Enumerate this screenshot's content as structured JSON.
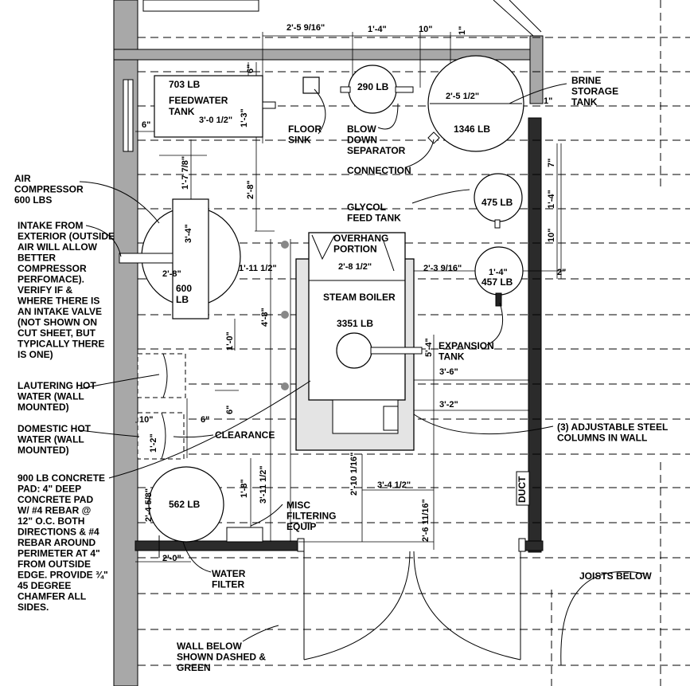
{
  "tanks": {
    "feedwater": {
      "weight": "703 LB",
      "name": "FEEDWATER\nTANK"
    },
    "blowdown": {
      "weight": "290 LB"
    },
    "brine": {
      "weight": "1346 LB"
    },
    "glycol": {
      "weight": "475 LB"
    },
    "expansion": {
      "weight": "457 LB"
    },
    "compressor": {
      "weight": "600\nLB"
    },
    "lower_tank": {
      "weight": "562 LB"
    }
  },
  "boiler": {
    "name": "STEAM BOILER",
    "weight": "3351 LB"
  },
  "labels": {
    "floor_sink": "FLOOR\nSINK",
    "blow_down": "BLOW\nDOWN\nSEPARATOR",
    "connection": "CONNECTION",
    "brine_tank": "BRINE\nSTORAGE\nTANK",
    "air_compressor": "AIR\nCOMPRESSOR\n600 LBS",
    "intake": "INTAKE FROM\nEXTERIOR (OUTSIDE\nAIR WILL ALLOW\nBETTER\nCOMPRESSOR\nPERFOMACE).\nVERIFY IF &\nWHERE THERE IS\nAN INTAKE VALVE\n(NOT SHOWN ON\nCUT SHEET, BUT\nTYPICALLY THERE\nIS ONE)",
    "glycol_feed": "GLYCOL\nFEED TANK",
    "overhang": "OVERHANG\nPORTION",
    "expansion_tank": "EXPANSION\nTANK",
    "lautering": "LAUTERING HOT\nWATER (WALL\nMOUNTED)",
    "domestic": "DOMESTIC HOT\nWATER (WALL\nMOUNTED)",
    "clearance": "CLEARANCE",
    "columns": "(3) ADJUSTABLE STEEL\nCOLUMNS IN WALL",
    "concrete_pad": "900 LB CONCRETE\nPAD: 4\" DEEP\nCONCRETE PAD\nW/ #4 REBAR @\n12\" O.C. BOTH\nDIRECTIONS & #4\nREBAR AROUND\nPERIMETER AT 4\"\nFROM OUTSIDE\nEDGE. PROVIDE ¾\"\n45 DEGREE\nCHAMFER ALL\nSIDES.",
    "misc": "MISC\nFILTERING\nEQUIP",
    "duct": "DUCT",
    "joists": "JOISTS BELOW",
    "water_filter": "WATER\nFILTER",
    "wall_below": "WALL BELOW\nSHOWN DASHED &\nGREEN"
  },
  "dims": {
    "d1": "2'-5 9/16\"",
    "d2": "1'-4\"",
    "d3": "10\"",
    "d4": "1\"",
    "d5": "6\"",
    "d6": "1'-3\"",
    "d7": "3'-0 1/2\"",
    "d8": "6\"",
    "d9": "2'-5 1/2\"",
    "d10": "1\"",
    "d11": "1'-7 7/8\"",
    "d12": "2'-8\"",
    "d13": "7\"",
    "d14": "1'-4\"",
    "d15": "10\"",
    "d16": "3'-4\"",
    "d17": "2'-8\"",
    "d18": "1'-11 1/2\"",
    "d19": "2'-8 1/2\"",
    "d20": "2'-3 9/16\"",
    "d21": "1'-4\"",
    "d22": "2\"",
    "d23": "4'-8\"",
    "d24": "1'-0\"",
    "d25": "5'-4\"",
    "d26": "3'-6\"",
    "d27": "3'-2\"",
    "d28": "6\"",
    "d29": "10\"",
    "d30": "6\"",
    "d31": "1'-2\"",
    "d32": "1'-8\"",
    "d33": "3'-11 1/2\"",
    "d34": "2'-10 1/16\"",
    "d35": "3'-4 1/2\"",
    "d36": "2'-6 11/16\"",
    "d37": "2'-4 5/8\"",
    "d38": "2'-0\""
  }
}
